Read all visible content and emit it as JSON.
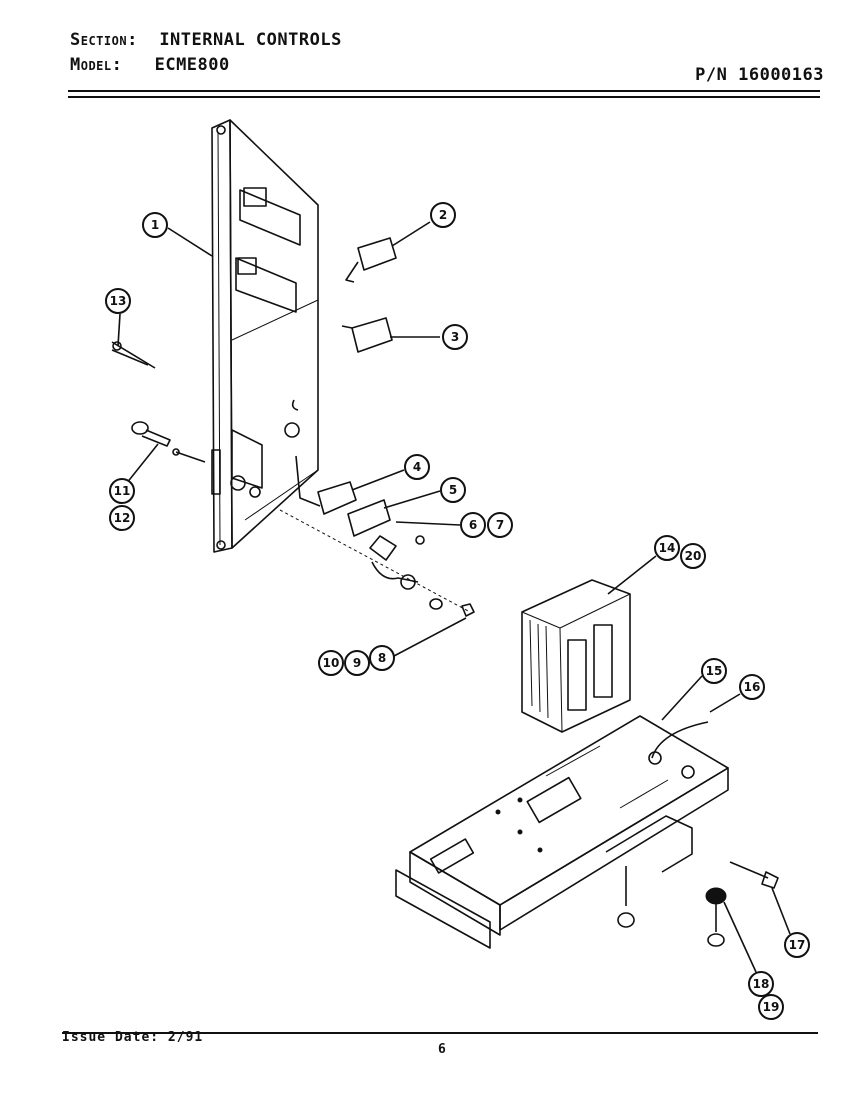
{
  "header": {
    "section_key": "Section:",
    "section_value": "INTERNAL CONTROLS",
    "model_key": "Model:",
    "model_value": "ECME800",
    "part_number": "P/N 16000163"
  },
  "footer": {
    "issue_date": "Issue Date: 2/91",
    "page_number": "6"
  },
  "callouts": [
    "1",
    "2",
    "3",
    "4",
    "5",
    "6",
    "7",
    "8",
    "9",
    "10",
    "11",
    "12",
    "13",
    "14",
    "15",
    "16",
    "17",
    "18",
    "19",
    "20"
  ]
}
